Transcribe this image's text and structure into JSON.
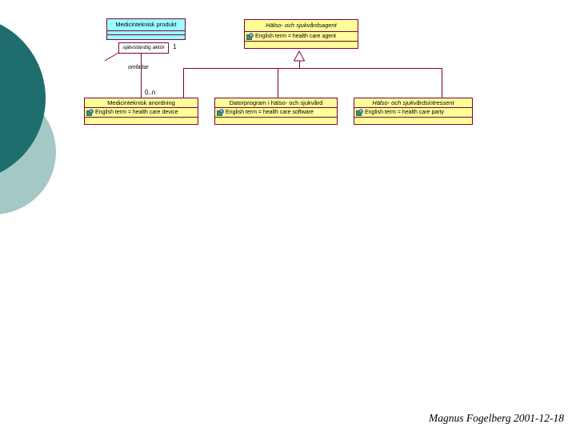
{
  "footer": {
    "text": "Magnus Fogelberg 2001-12-18"
  },
  "diagram": {
    "classes": {
      "produkt": {
        "title": "Medicinteknisk produkt"
      },
      "agent": {
        "title": "Hälso- och sjukvårdsagent",
        "attr": "English term = health care agent"
      },
      "anordning": {
        "title": "Medicinteknisk anordning",
        "attr": "English term = health care device"
      },
      "datorprogram": {
        "title": "Datorprogram i hälso- och sjukvård",
        "attr": "English term = health care software"
      },
      "intressent": {
        "title": "Hälso- och sjukvårdsintressent",
        "attr": "English term = health care party"
      }
    },
    "association": {
      "role": "självständig aktör",
      "mult_source": "1",
      "name": "omfattar",
      "mult_target": "0..n"
    },
    "icons": {
      "attribute": "uml-attribute-icon"
    }
  },
  "colors": {
    "line": "#800040",
    "class_fill_yellow": "#FFFF99",
    "class_fill_cyan": "#99FFFF",
    "circle_dark": "#1E6E6D",
    "circle_light": "#A4C8C4"
  }
}
